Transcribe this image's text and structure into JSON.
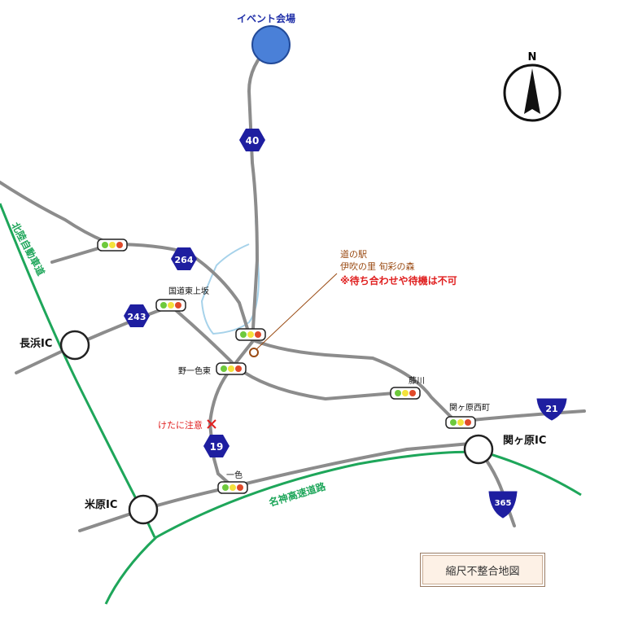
{
  "venue": {
    "label": "イベント会場",
    "color": "#4a80d8"
  },
  "compass": {
    "label": "N"
  },
  "route_signs": {
    "r40": "40",
    "r264": "264",
    "r243": "243",
    "r19": "19",
    "r21": "21",
    "r365": "365"
  },
  "interchanges": {
    "nagahama": "長浜IC",
    "maibara": "米原IC",
    "sekigahara": "関ヶ原IC"
  },
  "intersections": {
    "kokudo_higashi_uesaka": "国道東上坂",
    "noisshiki_higashi": "野一色東",
    "fujikawa": "藤川",
    "sekigahara_nishimachi": "関ヶ原西町",
    "isshiki": "一色"
  },
  "expressways": {
    "hokuriku": "北陸自動車道",
    "meishin": "名神高速道路"
  },
  "michinoeki": {
    "line1": "道の駅",
    "line2": "伊吹の里 旬彩の森",
    "warning": "※待ち合わせや待機は不可"
  },
  "caution": {
    "label": "けたに注意"
  },
  "footer_note": "縮尺不整合地図",
  "colors": {
    "road": "#8c8c8c",
    "expressway": "#1ea65a",
    "river": "#a6d2ea",
    "route_sign": "#1e1ea0",
    "warning": "#e02020",
    "michinoeki_text": "#9a4a12"
  }
}
